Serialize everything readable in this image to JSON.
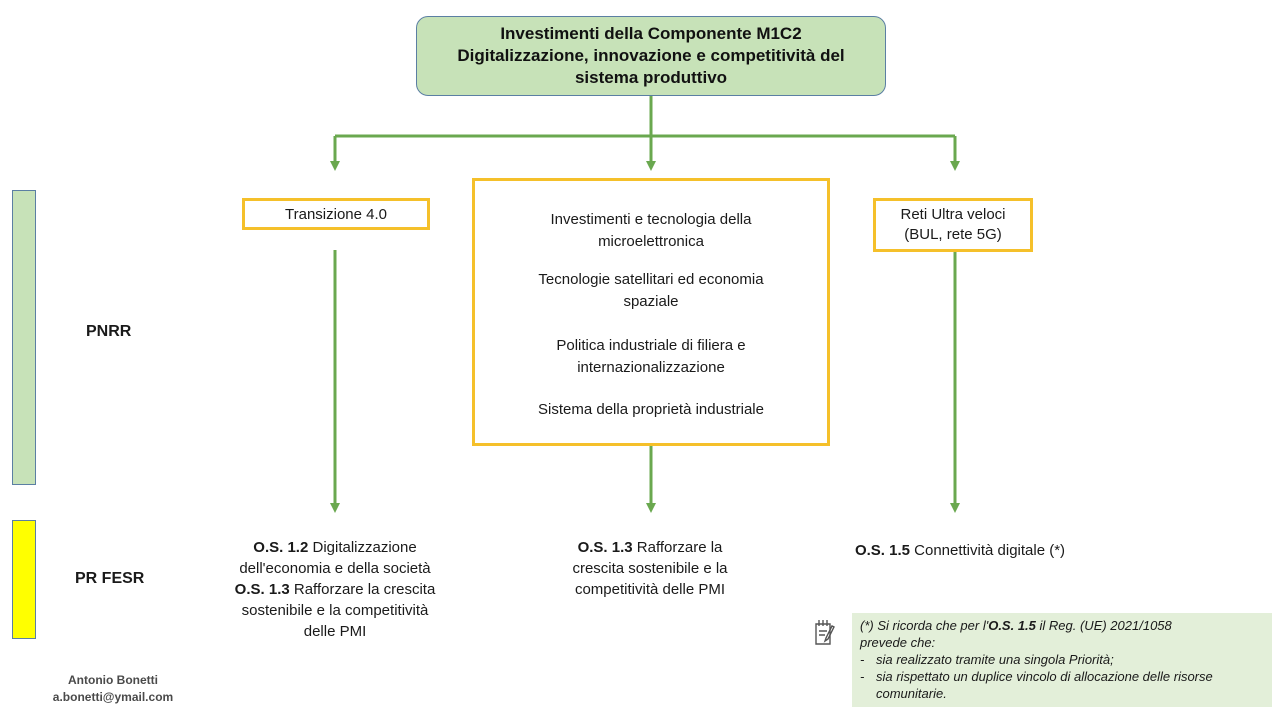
{
  "title": {
    "line1": "Investimenti della Componente M1C2",
    "line2": "Digitalizzazione, innovazione e competitività del",
    "line3": "sistema produttivo"
  },
  "branches": {
    "left": "Transizione 4.0",
    "center": [
      {
        "line1": "Investimenti e tecnologia della",
        "line2": "microelettronica"
      },
      {
        "line1": "Tecnologie satellitari ed economia",
        "line2": "spaziale"
      },
      {
        "line1": "Politica industriale di filiera e",
        "line2": "internazionalizzazione"
      },
      {
        "line1": "Sistema della proprietà industriale",
        "line2": ""
      }
    ],
    "right": {
      "line1": "Reti Ultra veloci",
      "line2": "(BUL, rete 5G)"
    }
  },
  "rows": {
    "pnrr": "PNRR",
    "prfesr": "PR FESR"
  },
  "objectives": {
    "left": {
      "os12_code": "O.S. 1.2",
      "os12_text1": "Digitalizzazione",
      "os12_text2": "dell'economia e della società",
      "os13_code": "O.S. 1.3",
      "os13_text1": "Rafforzare la crescita",
      "os13_text2": "sostenibile e la competitività",
      "os13_text3": "delle PMI"
    },
    "center": {
      "code": "O.S. 1.3",
      "text1": "Rafforzare la",
      "text2": "crescita sostenibile e la",
      "text3": "competitività delle PMI"
    },
    "right": {
      "code": "O.S. 1.5",
      "text": "Connettività digitale (*)"
    }
  },
  "note": {
    "pre": "(*) Si ricorda che per l'",
    "code": "O.S. 1.5",
    "post": " il Reg. (UE) 2021/1058",
    "line2": "prevede che:",
    "bullet1": "sia realizzato tramite una singola Priorità;",
    "bullet2a": "sia rispettato un duplice vincolo di allocazione delle risorse",
    "bullet2b": "comunitarie."
  },
  "author": {
    "name": "Antonio Bonetti",
    "email": "a.bonetti@ymail.com"
  },
  "colors": {
    "arrow": "#6aa84f",
    "box_border": "#f5c02a",
    "title_fill": "#c7e2b8",
    "pr_fesr": "#ffff00"
  },
  "icons": {
    "note_icon": "note-pencil-icon"
  }
}
